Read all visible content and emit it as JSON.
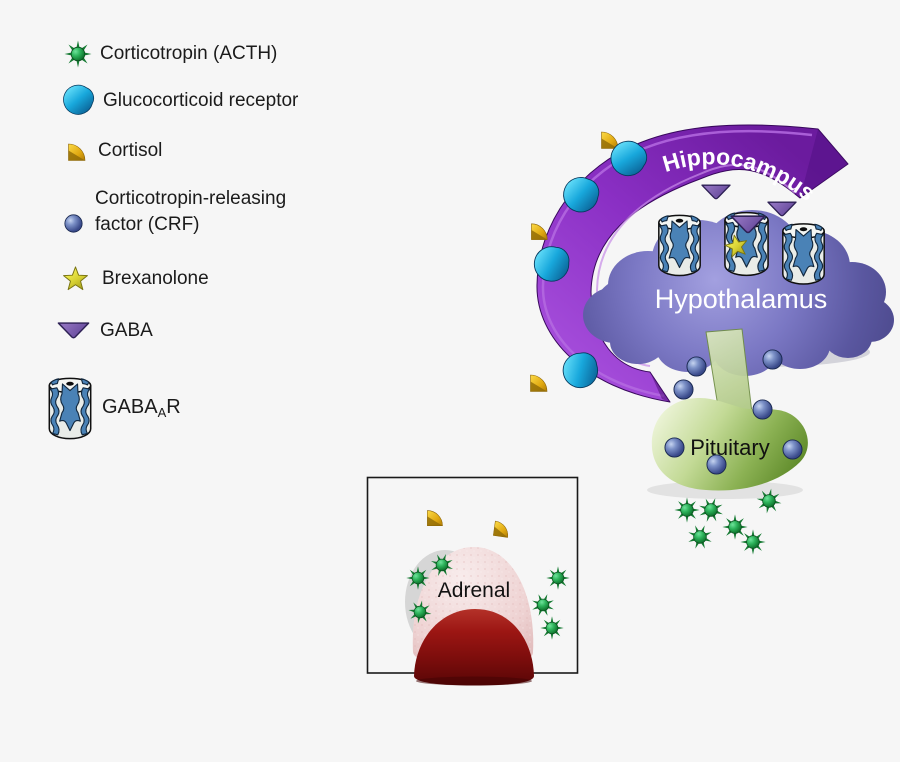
{
  "background_color": "#f6f6f6",
  "legend": {
    "items": [
      {
        "name": "corticotropin-acth",
        "label": "Corticotropin (ACTH)"
      },
      {
        "name": "glucocorticoid-receptor",
        "label": "Glucocorticoid receptor"
      },
      {
        "name": "cortisol",
        "label": "Cortisol"
      },
      {
        "name": "corticotropin-releasing-factor",
        "label_line1": "Corticotropin-releasing",
        "label_line2": "factor (CRF)"
      },
      {
        "name": "brexanolone",
        "label": "Brexanolone"
      },
      {
        "name": "gaba",
        "label": "GABA"
      },
      {
        "name": "gabaa-receptor",
        "label_base": "GABA",
        "label_subscript": "A",
        "label_suffix": "R"
      }
    ]
  },
  "diagram": {
    "hippocampus_label": "Hippocampus",
    "hypothalamus_label": "Hypothalamus",
    "pituitary_label": "Pituitary",
    "adrenal_label": "Adrenal"
  },
  "icons": {
    "acth": "green starburst",
    "glucocorticoid_receptor": "cyan crescent",
    "cortisol": "gold wedge",
    "crf": "blue sphere",
    "brexanolone": "yellow star",
    "gaba": "purple down-triangle",
    "gabaa_receptor": "blue-white channel cylinder"
  },
  "colors": {
    "background": "#f6f6f6",
    "hippocampus_arrow": "#7d27b2",
    "hypothalamus_cloud": "#7b78c4",
    "pituitary_green": "#8cb254",
    "adrenal_pink": "#eed2d2",
    "adrenal_red": "#8d100e",
    "acth_green": "#157a32",
    "receptor_cyan": "#18a8dc",
    "cortisol_gold": "#e0a810",
    "crf_blue": "#44558f",
    "brexanolone_yellow": "#e8e337",
    "gaba_purple": "#7b5ca8",
    "text_dark": "#1b1b1b",
    "text_light": "#ffffff"
  }
}
